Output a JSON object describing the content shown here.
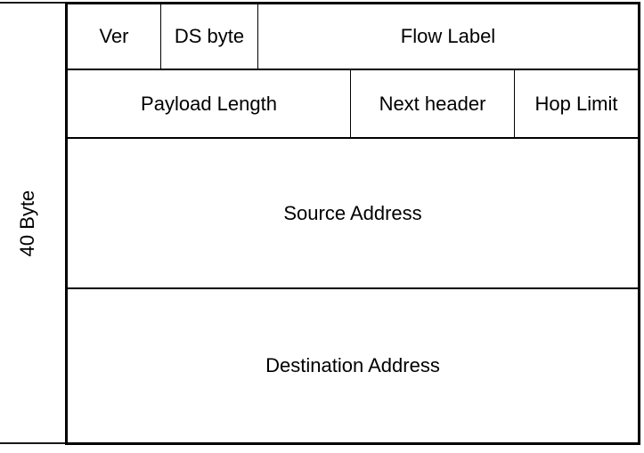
{
  "diagram": {
    "side_label": "40 Byte",
    "rows": [
      {
        "cells": [
          {
            "label": "Ver"
          },
          {
            "label": "DS byte"
          },
          {
            "label": "Flow Label"
          }
        ]
      },
      {
        "cells": [
          {
            "label": "Payload Length"
          },
          {
            "label": "Next header"
          },
          {
            "label": "Hop Limit"
          }
        ]
      },
      {
        "cells": [
          {
            "label": "Source Address"
          }
        ]
      },
      {
        "cells": [
          {
            "label": "Destination Address"
          }
        ]
      }
    ],
    "colors": {
      "border": "#000000",
      "background": "#ffffff",
      "text": "#000000"
    }
  }
}
